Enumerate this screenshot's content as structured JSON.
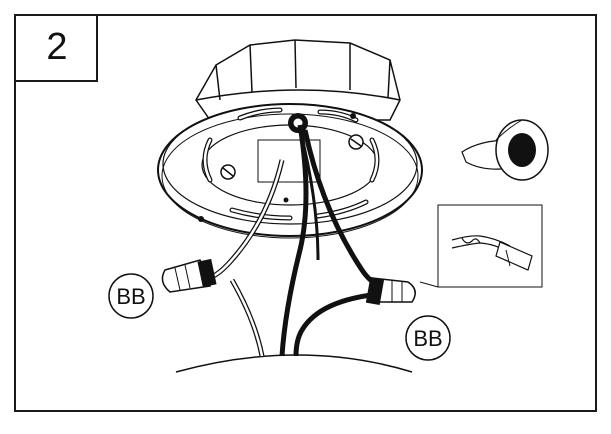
{
  "step": {
    "number": "2"
  },
  "labels": {
    "connector_left": "BB",
    "connector_right": "BB"
  },
  "colors": {
    "ink": "#111111",
    "paper": "#ffffff",
    "frame": "#1a1a1a"
  }
}
